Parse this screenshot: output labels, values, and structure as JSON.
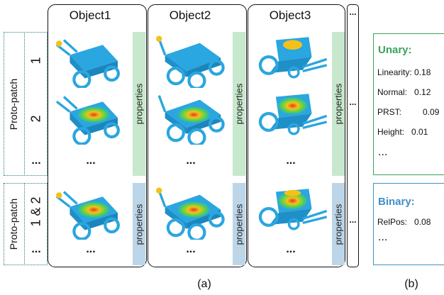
{
  "columns": [
    {
      "label": "Object1"
    },
    {
      "label": "Object2"
    },
    {
      "label": "Object3"
    }
  ],
  "more_marker": "...",
  "row_group_1": {
    "label": "Proto-patch",
    "rows": [
      "1",
      "2"
    ]
  },
  "row_group_2": {
    "label": "Proto-patch",
    "row": "1 & 2"
  },
  "cell_ellipsis": "...",
  "properties_label": "properties",
  "unary": {
    "title": "Unary:",
    "items": [
      {
        "name": "Linearity:",
        "value": "0.18"
      },
      {
        "name": "Normal:",
        "value": "0.12"
      },
      {
        "name": "PRST:",
        "value": "0.09"
      },
      {
        "name": "Height:",
        "value": "0.01"
      }
    ],
    "more": "..."
  },
  "binary": {
    "title": "Binary:",
    "items": [
      {
        "name": "RelPos:",
        "value": "0.08"
      }
    ],
    "more": "..."
  },
  "captions": {
    "a": "(a)",
    "b": "(b)"
  },
  "colors": {
    "unary_accent": "#3aa35a",
    "binary_accent": "#3f8fc9",
    "green_band": "#c7e8cc",
    "blue_band": "#bcd5e8",
    "mesh_base": "#2aa6e0"
  }
}
